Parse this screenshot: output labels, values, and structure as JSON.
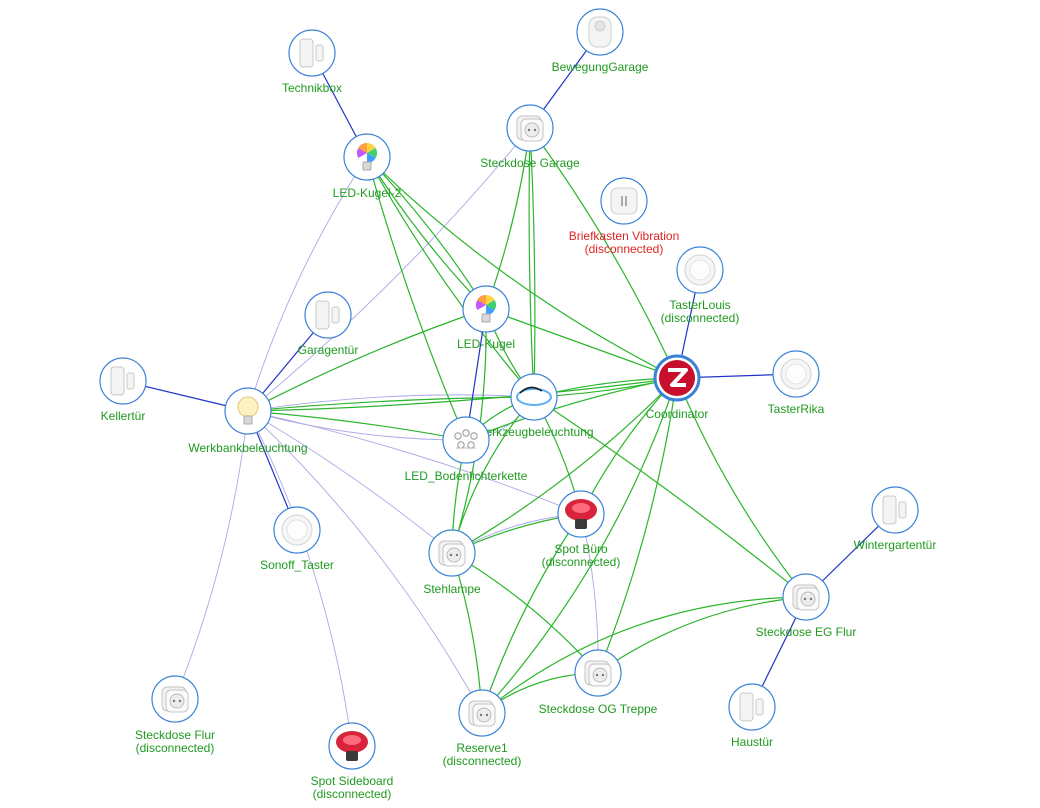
{
  "colors": {
    "route_link": "#2bb52b",
    "parent_link": "#2234c8",
    "neighbor_link": "#aba8e6",
    "node_border": "#3b82d6",
    "label_ok": "#1f9a1f",
    "label_disconnected": "#e02424",
    "coordinator_badge": "#c8102e"
  },
  "nodes": [
    {
      "id": "bewegung_garage",
      "name": "BewegungGarage",
      "status": "",
      "icon": "motion-sensor-icon",
      "disconnected": false
    },
    {
      "id": "technikbox",
      "name": "Technikbox",
      "status": "",
      "icon": "door-sensor-icon",
      "disconnected": false
    },
    {
      "id": "steckdose_garage",
      "name": "Steckdose Garage",
      "status": "",
      "icon": "smart-plug-icon",
      "disconnected": false
    },
    {
      "id": "led_kugel_2",
      "name": "LED-Kugel-2",
      "status": "",
      "icon": "color-bulb-icon",
      "disconnected": false
    },
    {
      "id": "briefkasten",
      "name": "Briefkasten Vibration",
      "status": "(disconnected)",
      "icon": "vibration-sensor-icon",
      "disconnected": true
    },
    {
      "id": "taster_louis",
      "name": "TasterLouis",
      "status": "(disconnected)",
      "icon": "button-icon",
      "disconnected": false
    },
    {
      "id": "garagentuer",
      "name": "Garagentür",
      "status": "",
      "icon": "door-sensor-icon",
      "disconnected": false
    },
    {
      "id": "led_kugel",
      "name": "LED-Kugel",
      "status": "",
      "icon": "color-bulb-icon",
      "disconnected": false
    },
    {
      "id": "coordinator",
      "name": "Coordinator",
      "status": "",
      "icon": "zigbee-coordinator-icon",
      "disconnected": false
    },
    {
      "id": "taster_rika",
      "name": "TasterRika",
      "status": "",
      "icon": "button-icon",
      "disconnected": false
    },
    {
      "id": "kellertuer",
      "name": "Kellertür",
      "status": "",
      "icon": "door-sensor-icon",
      "disconnected": false
    },
    {
      "id": "werkbank",
      "name": "Werkbankbeleuchtung",
      "status": "",
      "icon": "warm-bulb-icon",
      "disconnected": false
    },
    {
      "id": "werkzeug",
      "name": "Werkzeugbeleuchtung",
      "status": "",
      "icon": "led-strip-icon",
      "disconnected": false
    },
    {
      "id": "bodenlicht",
      "name": "LED_Bodenlichterkette",
      "status": "",
      "icon": "light-chain-icon",
      "disconnected": false
    },
    {
      "id": "spot_buero",
      "name": "Spot Büro",
      "status": "(disconnected)",
      "icon": "spot-lamp-icon",
      "disconnected": false
    },
    {
      "id": "sonoff",
      "name": "Sonoff_Taster",
      "status": "",
      "icon": "button-icon",
      "disconnected": false
    },
    {
      "id": "stehlampe",
      "name": "Stehlampe",
      "status": "",
      "icon": "smart-plug-icon",
      "disconnected": false
    },
    {
      "id": "wintergarten",
      "name": "Wintergartentür",
      "status": "",
      "icon": "door-sensor-icon",
      "disconnected": false
    },
    {
      "id": "steckdose_eg",
      "name": "Steckdose EG Flur",
      "status": "",
      "icon": "smart-plug-icon",
      "disconnected": false
    },
    {
      "id": "steckdose_og",
      "name": "Steckdose OG Treppe",
      "status": "",
      "icon": "smart-plug-icon",
      "disconnected": false
    },
    {
      "id": "steckdose_flur",
      "name": "Steckdose Flur",
      "status": "(disconnected)",
      "icon": "smart-plug-icon",
      "disconnected": false
    },
    {
      "id": "haustuer",
      "name": "Haustür",
      "status": "",
      "icon": "door-sensor-icon",
      "disconnected": false
    },
    {
      "id": "spot_sideboard",
      "name": "Spot Sideboard",
      "status": "(disconnected)",
      "icon": "spot-lamp-icon",
      "disconnected": false
    },
    {
      "id": "reserve1",
      "name": "Reserve1",
      "status": "(disconnected)",
      "icon": "smart-plug-icon",
      "disconnected": false
    }
  ],
  "links": [
    {
      "from": "steckdose_garage",
      "to": "bewegung_garage",
      "type": "parent"
    },
    {
      "from": "led_kugel_2",
      "to": "technikbox",
      "type": "parent"
    },
    {
      "from": "coordinator",
      "to": "taster_louis",
      "type": "parent"
    },
    {
      "from": "coordinator",
      "to": "taster_rika",
      "type": "parent"
    },
    {
      "from": "werkbank",
      "to": "kellertuer",
      "type": "parent"
    },
    {
      "from": "werkbank",
      "to": "garagentuer",
      "type": "parent"
    },
    {
      "from": "werkbank",
      "to": "sonoff",
      "type": "parent"
    },
    {
      "from": "steckdose_eg",
      "to": "wintergarten",
      "type": "parent"
    },
    {
      "from": "steckdose_eg",
      "to": "haustuer",
      "type": "parent"
    },
    {
      "from": "led_kugel",
      "to": "bodenlicht",
      "type": "parent"
    },
    {
      "from": "coordinator",
      "to": "led_kugel_2",
      "type": "route",
      "bend": -30
    },
    {
      "from": "coordinator",
      "to": "steckdose_garage",
      "type": "route",
      "bend": 15
    },
    {
      "from": "coordinator",
      "to": "led_kugel",
      "type": "route",
      "bend": 0
    },
    {
      "from": "coordinator",
      "to": "werkzeug",
      "type": "route",
      "bend": -6
    },
    {
      "from": "coordinator",
      "to": "werkzeug",
      "type": "route",
      "bend": 8
    },
    {
      "from": "coordinator",
      "to": "werkbank",
      "type": "route",
      "bend": -12
    },
    {
      "from": "coordinator",
      "to": "bodenlicht",
      "type": "route",
      "bend": 10
    },
    {
      "from": "coordinator",
      "to": "spot_buero",
      "type": "route",
      "bend": 12
    },
    {
      "from": "coordinator",
      "to": "stehlampe",
      "type": "route",
      "bend": -20
    },
    {
      "from": "coordinator",
      "to": "steckdose_eg",
      "type": "route",
      "bend": 18
    },
    {
      "from": "coordinator",
      "to": "steckdose_og",
      "type": "route",
      "bend": -18
    },
    {
      "from": "coordinator",
      "to": "reserve1",
      "type": "route",
      "bend": -40
    },
    {
      "from": "led_kugel_2",
      "to": "led_kugel",
      "type": "route",
      "bend": 10
    },
    {
      "from": "led_kugel_2",
      "to": "led_kugel",
      "type": "route",
      "bend": -10
    },
    {
      "from": "led_kugel_2",
      "to": "werkzeug",
      "type": "route",
      "bend": 15
    },
    {
      "from": "led_kugel_2",
      "to": "bodenlicht",
      "type": "route",
      "bend": 10
    },
    {
      "from": "steckdose_garage",
      "to": "led_kugel",
      "type": "route",
      "bend": -10
    },
    {
      "from": "steckdose_garage",
      "to": "werkzeug",
      "type": "route",
      "bend": 5
    },
    {
      "from": "steckdose_garage",
      "to": "werkzeug",
      "type": "route",
      "bend": -5
    },
    {
      "from": "led_kugel",
      "to": "werkzeug",
      "type": "route",
      "bend": 8
    },
    {
      "from": "led_kugel",
      "to": "werkbank",
      "type": "route",
      "bend": 10
    },
    {
      "from": "werkzeug",
      "to": "werkbank",
      "type": "route",
      "bend": 6
    },
    {
      "from": "werkzeug",
      "to": "spot_buero",
      "type": "route",
      "bend": -8
    },
    {
      "from": "werkzeug",
      "to": "stehlampe",
      "type": "route",
      "bend": 20
    },
    {
      "from": "werkzeug",
      "to": "steckdose_eg",
      "type": "route",
      "bend": -8
    },
    {
      "from": "werkzeug",
      "to": "bodenlicht",
      "type": "route",
      "bend": 10
    },
    {
      "from": "bodenlicht",
      "to": "werkbank",
      "type": "route",
      "bend": 6
    },
    {
      "from": "bodenlicht",
      "to": "stehlampe",
      "type": "route",
      "bend": 6
    },
    {
      "from": "spot_buero",
      "to": "stehlampe",
      "type": "route",
      "bend": 10
    },
    {
      "from": "stehlampe",
      "to": "steckdose_og",
      "type": "route",
      "bend": -15
    },
    {
      "from": "steckdose_og",
      "to": "reserve1",
      "type": "route",
      "bend": 20
    },
    {
      "from": "steckdose_og",
      "to": "steckdose_eg",
      "type": "route",
      "bend": -30
    },
    {
      "from": "reserve1",
      "to": "steckdose_eg",
      "type": "route",
      "bend": -60
    },
    {
      "from": "spot_buero",
      "to": "reserve1",
      "type": "route",
      "bend": 15
    },
    {
      "from": "stehlampe",
      "to": "reserve1",
      "type": "route",
      "bend": -10
    },
    {
      "from": "led_kugel",
      "to": "stehlampe",
      "type": "route",
      "bend": -20
    },
    {
      "from": "werkbank",
      "to": "steckdose_garage",
      "type": "neighbor",
      "bend": 20
    },
    {
      "from": "werkbank",
      "to": "led_kugel_2",
      "type": "neighbor",
      "bend": -20
    },
    {
      "from": "werkbank",
      "to": "led_kugel",
      "type": "neighbor",
      "bend": -10
    },
    {
      "from": "werkbank",
      "to": "werkzeug",
      "type": "neighbor",
      "bend": -15
    },
    {
      "from": "werkbank",
      "to": "spot_buero",
      "type": "neighbor",
      "bend": -15
    },
    {
      "from": "werkbank",
      "to": "stehlampe",
      "type": "neighbor",
      "bend": -10
    },
    {
      "from": "werkbank",
      "to": "reserve1",
      "type": "neighbor",
      "bend": -30
    },
    {
      "from": "werkbank",
      "to": "steckdose_flur",
      "type": "neighbor",
      "bend": -20
    },
    {
      "from": "werkbank",
      "to": "spot_sideboard",
      "type": "neighbor",
      "bend": -30
    },
    {
      "from": "werkbank",
      "to": "bodenlicht",
      "type": "neighbor",
      "bend": 15
    },
    {
      "from": "stehlampe",
      "to": "spot_buero",
      "type": "neighbor",
      "bend": -15
    },
    {
      "from": "reserve1",
      "to": "spot_buero",
      "type": "neighbor",
      "bend": -15
    },
    {
      "from": "steckdose_og",
      "to": "spot_buero",
      "type": "neighbor",
      "bend": 10
    },
    {
      "from": "werkzeug",
      "to": "bodenlicht",
      "type": "neighbor",
      "bend": -20
    }
  ]
}
